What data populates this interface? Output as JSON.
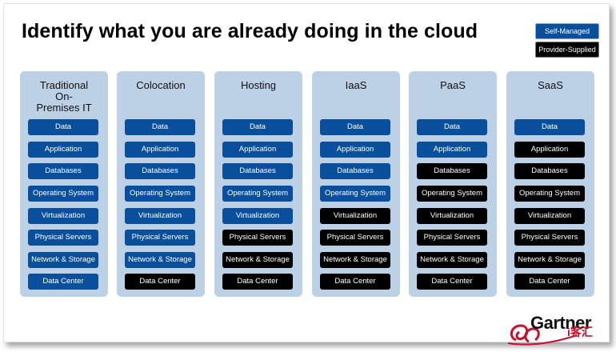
{
  "title": "Identify what you are already doing in the cloud",
  "legend": {
    "self_managed": "Self-Managed",
    "provider_supplied": "Provider-Supplied",
    "self_color": "#0a4f9c",
    "provider_color": "#000000"
  },
  "layers": [
    "Data",
    "Application",
    "Databases",
    "Operating System",
    "Virtualization",
    "Physical Servers",
    "Network & Storage",
    "Data Center"
  ],
  "columns": [
    {
      "title": "Traditional On-Premises IT",
      "provider_from": 8
    },
    {
      "title": "Colocation",
      "provider_from": 7
    },
    {
      "title": "Hosting",
      "provider_from": 5
    },
    {
      "title": "IaaS",
      "provider_from": 4
    },
    {
      "title": "PaaS",
      "provider_from": 2
    },
    {
      "title": "SaaS",
      "provider_from": 1
    }
  ],
  "logo": {
    "name": "Gartner",
    "watermark": "i客汇"
  }
}
